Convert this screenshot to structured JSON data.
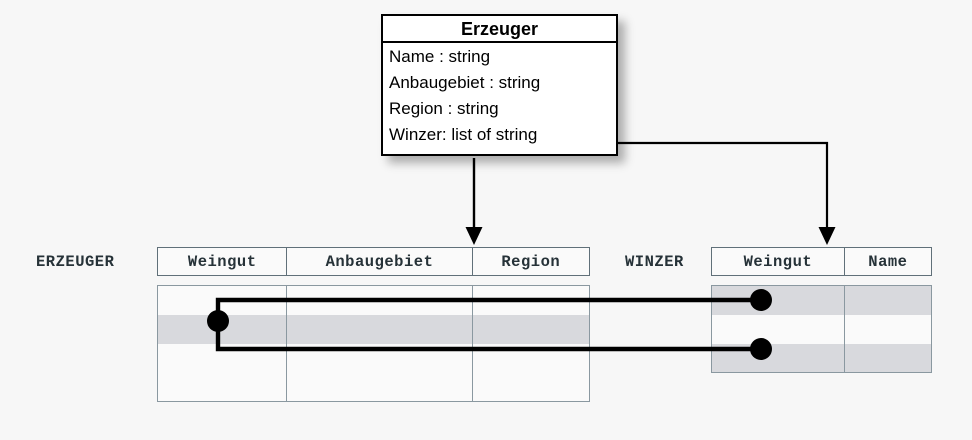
{
  "diagram": {
    "uml_class": {
      "name": "Erzeuger",
      "attributes": [
        "Name : string",
        "Anbaugebiet : string",
        "Region : string",
        "Winzer: list of string"
      ]
    },
    "tables": [
      {
        "id": "erzeuger",
        "label": "ERZEUGER",
        "columns": [
          "Weingut",
          "Anbaugebiet",
          "Region"
        ],
        "rows": [
          {
            "shaded": false,
            "cells": [
              "",
              "",
              ""
            ]
          },
          {
            "shaded": true,
            "cells": [
              "",
              "",
              ""
            ]
          },
          {
            "shaded": false,
            "cells": [
              "",
              "",
              ""
            ]
          },
          {
            "shaded": false,
            "cells": [
              "",
              "",
              ""
            ]
          }
        ]
      },
      {
        "id": "winzer",
        "label": "WINZER",
        "columns": [
          "Weingut",
          "Name"
        ],
        "rows": [
          {
            "shaded": true,
            "cells": [
              "",
              ""
            ]
          },
          {
            "shaded": false,
            "cells": [
              "",
              ""
            ]
          },
          {
            "shaded": true,
            "cells": [
              "",
              ""
            ]
          }
        ]
      }
    ],
    "colors": {
      "page_background": "#f7f7f7",
      "cell_background": "#fafafa",
      "row_highlight": "#d8d9dd",
      "grid_line": "#8a98a0",
      "header_line": "#607079",
      "label_text": "#263238",
      "connector": "#000000",
      "box_border": "#000000",
      "box_fill": "#ffffff"
    },
    "connectors": [
      {
        "name": "erzeuger-mapping-arrow",
        "from": "uml-class-bottom",
        "to": "erzeuger-header"
      },
      {
        "name": "winzer-mapping-arrow",
        "from": "uml-attribute-winzer",
        "to": "winzer-header"
      },
      {
        "name": "erzeuger-winzer-link-upper",
        "from": "erzeuger-row-2-weingut",
        "to": "winzer-row-1-weingut"
      },
      {
        "name": "erzeuger-winzer-link-lower",
        "from": "erzeuger-row-2-weingut",
        "to": "winzer-row-3-weingut"
      }
    ]
  }
}
